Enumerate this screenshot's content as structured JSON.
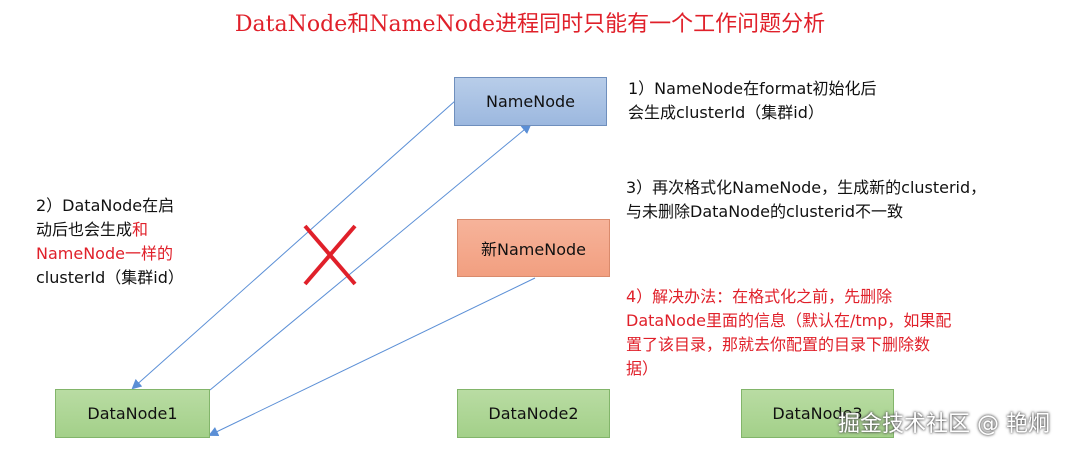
{
  "title": "DataNode和NameNode进程同时只能有一个工作问题分析",
  "nodes": {
    "namenode": "NameNode",
    "new_namenode": "新NameNode",
    "datanode1": "DataNode1",
    "datanode2": "DataNode2",
    "datanode3": "DataNode3"
  },
  "notes": {
    "note1": {
      "line1": "1）NameNode在format初始化后",
      "line2": "会生成clusterId（集群id）"
    },
    "note2": {
      "line1": "2）DataNode在启",
      "line2_black": "动后也会生成",
      "line2_red": "和",
      "line3_red": "NameNode一样的",
      "line4": "clusterId（集群id）"
    },
    "note3": {
      "line1": "3）再次格式化NameNode，生成新的clusterid，",
      "line2": "与未删除DataNode的clusterid不一致"
    },
    "note4": {
      "line1": "4）解决办法：在格式化之前，先删除",
      "line2": "DataNode里面的信息（默认在/tmp，如果配",
      "line3": "置了该目录，那就去你配置的目录下删除数",
      "line4": "据）"
    }
  },
  "watermark": "掘金技术社区 @ 艳炯",
  "colors": {
    "title": "#e0202a",
    "arrow": "#5b8fd6",
    "cross": "#e0202a"
  }
}
